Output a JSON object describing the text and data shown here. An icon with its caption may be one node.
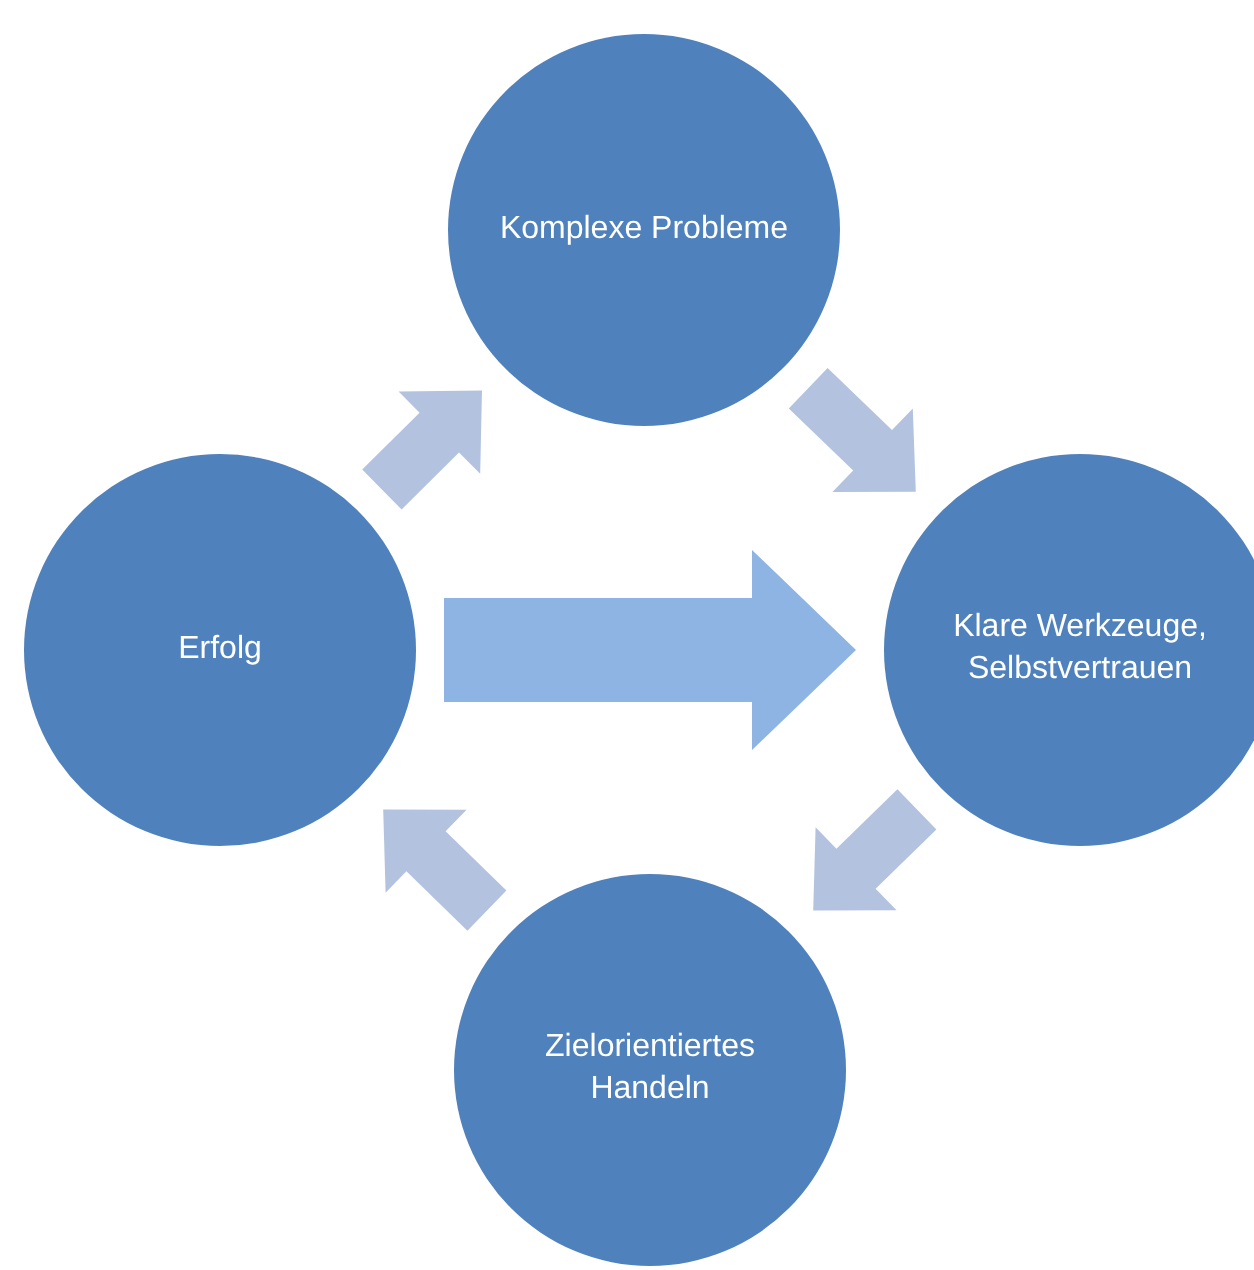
{
  "diagram": {
    "nodes": [
      {
        "text": [
          "Komplexe Probleme"
        ]
      },
      {
        "text": [
          "Klare Werkzeuge, Selbstvertrauen"
        ]
      },
      {
        "text": [
          "Zielorientiertes Handeln"
        ]
      },
      {
        "text": [
          "Erfolg"
        ]
      }
    ],
    "edges": [
      {
        "from": 3,
        "to": 0,
        "arrow": "to"
      },
      {
        "from": 0,
        "to": 1,
        "arrow": "to"
      },
      {
        "from": 1,
        "to": 2,
        "arrow": "to"
      },
      {
        "from": 2,
        "to": 3,
        "arrow": "to"
      },
      {
        "from": 3,
        "to": 1,
        "arrow": "to",
        "style": "thick",
        "color": "#8eb4e3"
      }
    ]
  }
}
